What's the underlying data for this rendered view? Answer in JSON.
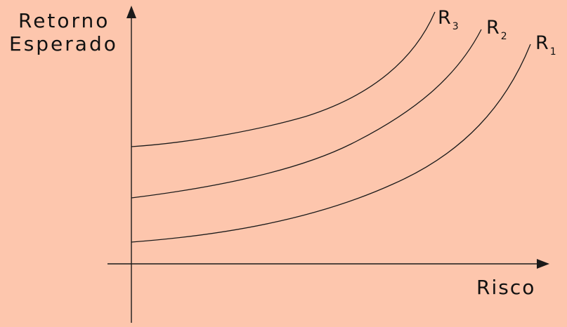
{
  "diagram": {
    "y_axis_label_line1": "Retorno",
    "y_axis_label_line2": "Esperado",
    "x_axis_label": "Risco",
    "curves": [
      {
        "name": "R",
        "subscript": "3"
      },
      {
        "name": "R",
        "subscript": "2"
      },
      {
        "name": "R",
        "subscript": "1"
      }
    ],
    "colors": {
      "background": "#fdc6ad",
      "line": "#1a1a1a"
    }
  }
}
